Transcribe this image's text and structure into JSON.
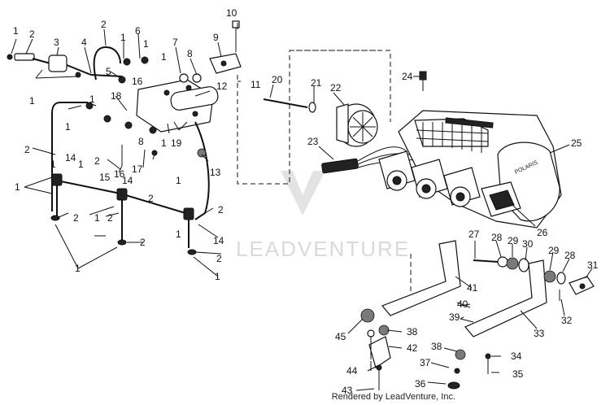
{
  "watermark": {
    "text": "LEADVENTURE"
  },
  "credit": {
    "text": "Rendered by LeadVenture, Inc."
  },
  "callouts": {
    "n1": "1",
    "n2": "2",
    "n3": "3",
    "n4": "4",
    "n5": "5",
    "n6": "6",
    "n7": "7",
    "n8": "8",
    "n9": "9",
    "n10": "10",
    "n11": "11",
    "n12": "12",
    "n13": "13",
    "n14": "14",
    "n15": "15",
    "n16": "16",
    "n17": "17",
    "n18": "18",
    "n19": "19",
    "n20": "20",
    "n21": "21",
    "n22": "22",
    "n23": "23",
    "n24": "24",
    "n25": "25",
    "n26": "26",
    "n27": "27",
    "n28": "28",
    "n29": "29",
    "n30": "30",
    "n31": "31",
    "n32": "32",
    "n33": "33",
    "n34": "34",
    "n35": "35",
    "n36": "36",
    "n37": "37",
    "n38": "38",
    "n39": "39",
    "n40": "40",
    "n41": "41",
    "n42": "42",
    "n43": "43",
    "n44": "44",
    "n45": "45"
  },
  "engine_label": "POLARIS"
}
